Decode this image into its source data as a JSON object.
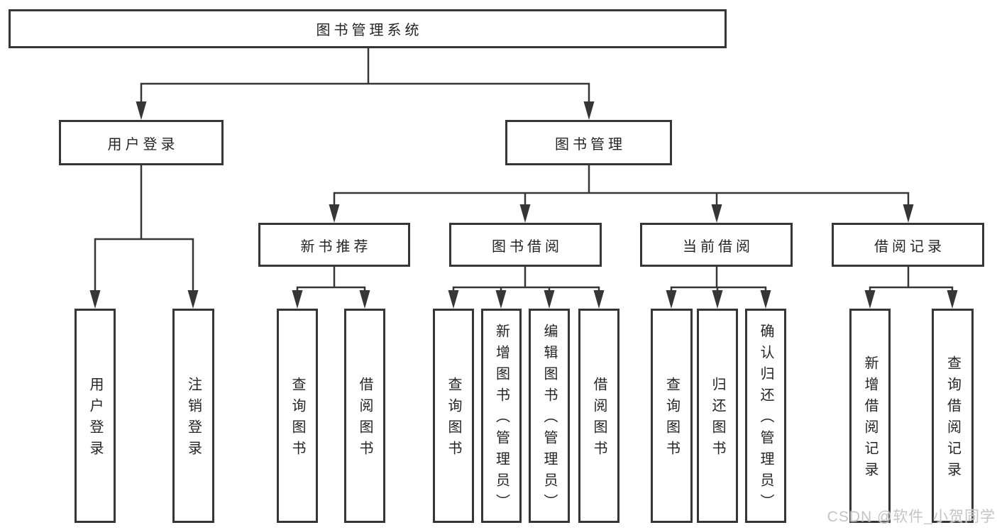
{
  "diagram": {
    "root": {
      "label": "图书管理系统"
    },
    "level2": [
      {
        "label": "用户登录",
        "children": [
          {
            "label": "用户登录"
          },
          {
            "label": "注销登录"
          }
        ]
      },
      {
        "label": "图书管理",
        "children": [
          {
            "label": "新书推荐",
            "children": [
              {
                "label": "查询图书"
              },
              {
                "label": "借阅图书"
              }
            ]
          },
          {
            "label": "图书借阅",
            "children": [
              {
                "label": "查询图书"
              },
              {
                "label": "新增图书（管理员）"
              },
              {
                "label": "编辑图书（管理员）"
              },
              {
                "label": "借阅图书"
              }
            ]
          },
          {
            "label": "当前借阅",
            "children": [
              {
                "label": "查询图书"
              },
              {
                "label": "归还图书"
              },
              {
                "label": "确认归还（管理员）"
              }
            ]
          },
          {
            "label": "借阅记录",
            "children": [
              {
                "label": "新增借阅记录"
              },
              {
                "label": "查询借阅记录"
              }
            ]
          }
        ]
      }
    ]
  },
  "watermark": {
    "text": "CSDN @软件_小贺同学"
  },
  "colors": {
    "line": "#363636",
    "text": "#252525",
    "box_fill": "#ffffff",
    "background": "#ffffff",
    "watermark": "#c4c4c4"
  }
}
